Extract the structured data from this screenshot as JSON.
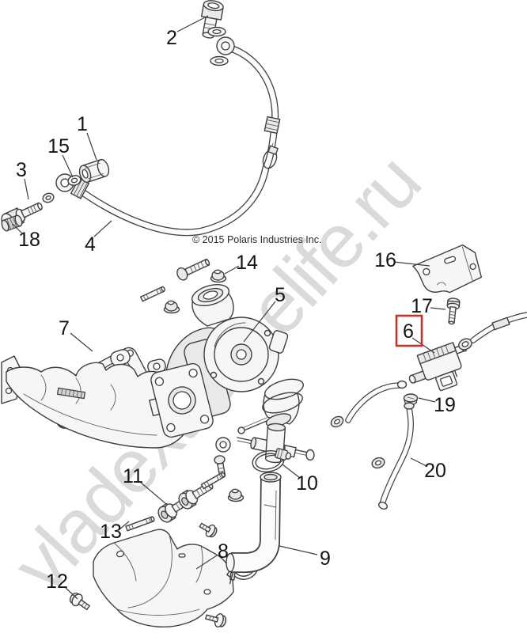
{
  "diagram": {
    "copyright": "© 2015 Polaris Industries Inc.",
    "watermark": "vladextremelife.ru",
    "highlight": {
      "selected_part": "6",
      "color": "#c0342c"
    },
    "callouts": [
      {
        "id": "1"
      },
      {
        "id": "2"
      },
      {
        "id": "3"
      },
      {
        "id": "4"
      },
      {
        "id": "5"
      },
      {
        "id": "6"
      },
      {
        "id": "7"
      },
      {
        "id": "8"
      },
      {
        "id": "9"
      },
      {
        "id": "10"
      },
      {
        "id": "11"
      },
      {
        "id": "12"
      },
      {
        "id": "13"
      },
      {
        "id": "14"
      },
      {
        "id": "15"
      },
      {
        "id": "16"
      },
      {
        "id": "17"
      },
      {
        "id": "18"
      },
      {
        "id": "19"
      },
      {
        "id": "20"
      }
    ]
  }
}
